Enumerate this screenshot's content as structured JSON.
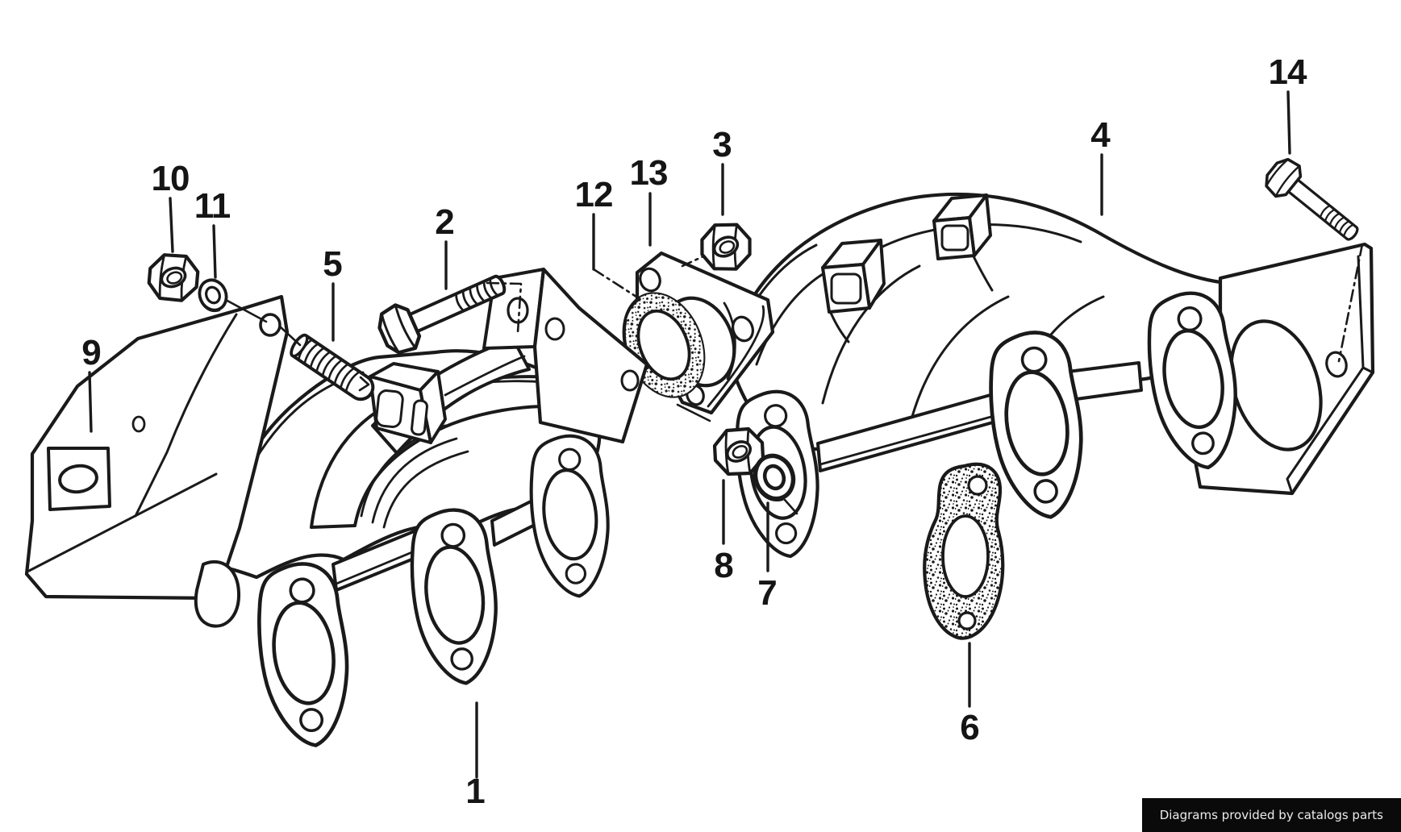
{
  "meta": {
    "colors": {
      "background": "#ffffff",
      "ink": "#1a1a1a",
      "badge_bg": "#0a0a0a",
      "badge_fg": "#ececec"
    }
  },
  "badge": {
    "text": "Diagrams provided by catalogs parts"
  },
  "diagram": {
    "labels": [
      {
        "id": "part-1",
        "text": "1"
      },
      {
        "id": "part-2",
        "text": "2"
      },
      {
        "id": "part-3",
        "text": "3"
      },
      {
        "id": "part-4",
        "text": "4"
      },
      {
        "id": "part-5",
        "text": "5"
      },
      {
        "id": "part-6",
        "text": "6"
      },
      {
        "id": "part-7",
        "text": "7"
      },
      {
        "id": "part-8",
        "text": "8"
      },
      {
        "id": "part-9",
        "text": "9"
      },
      {
        "id": "part-10",
        "text": "10"
      },
      {
        "id": "part-11",
        "text": "11"
      },
      {
        "id": "part-12",
        "text": "12"
      },
      {
        "id": "part-13",
        "text": "13"
      },
      {
        "id": "part-14",
        "text": "14"
      }
    ]
  }
}
